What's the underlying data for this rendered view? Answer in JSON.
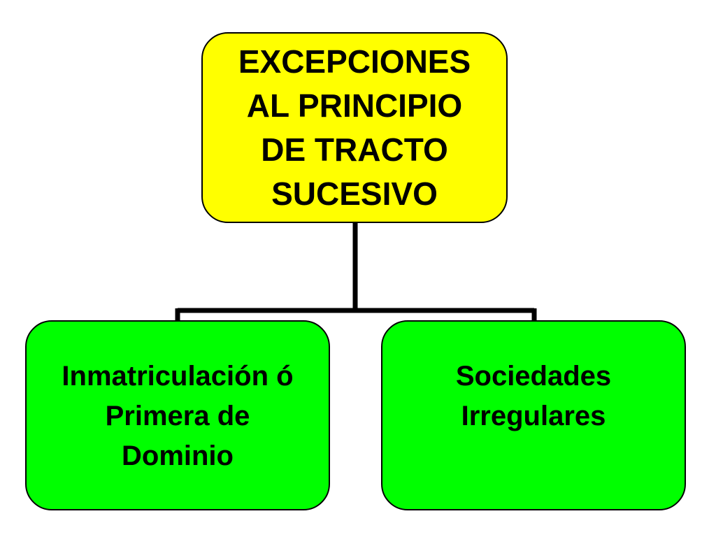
{
  "colors": {
    "root_fill": "#FFFF00",
    "child_fill": "#00FF00",
    "border": "#000000",
    "connector": "#000000"
  },
  "diagram": {
    "root": {
      "label": "EXCEPCIONES\nAL PRINCIPIO\nDE TRACTO\nSUCESIVO"
    },
    "children": [
      {
        "label": "Inmatriculación ó\nPrimera de\nDominio"
      },
      {
        "label": "Sociedades\nIrregulares"
      }
    ]
  }
}
